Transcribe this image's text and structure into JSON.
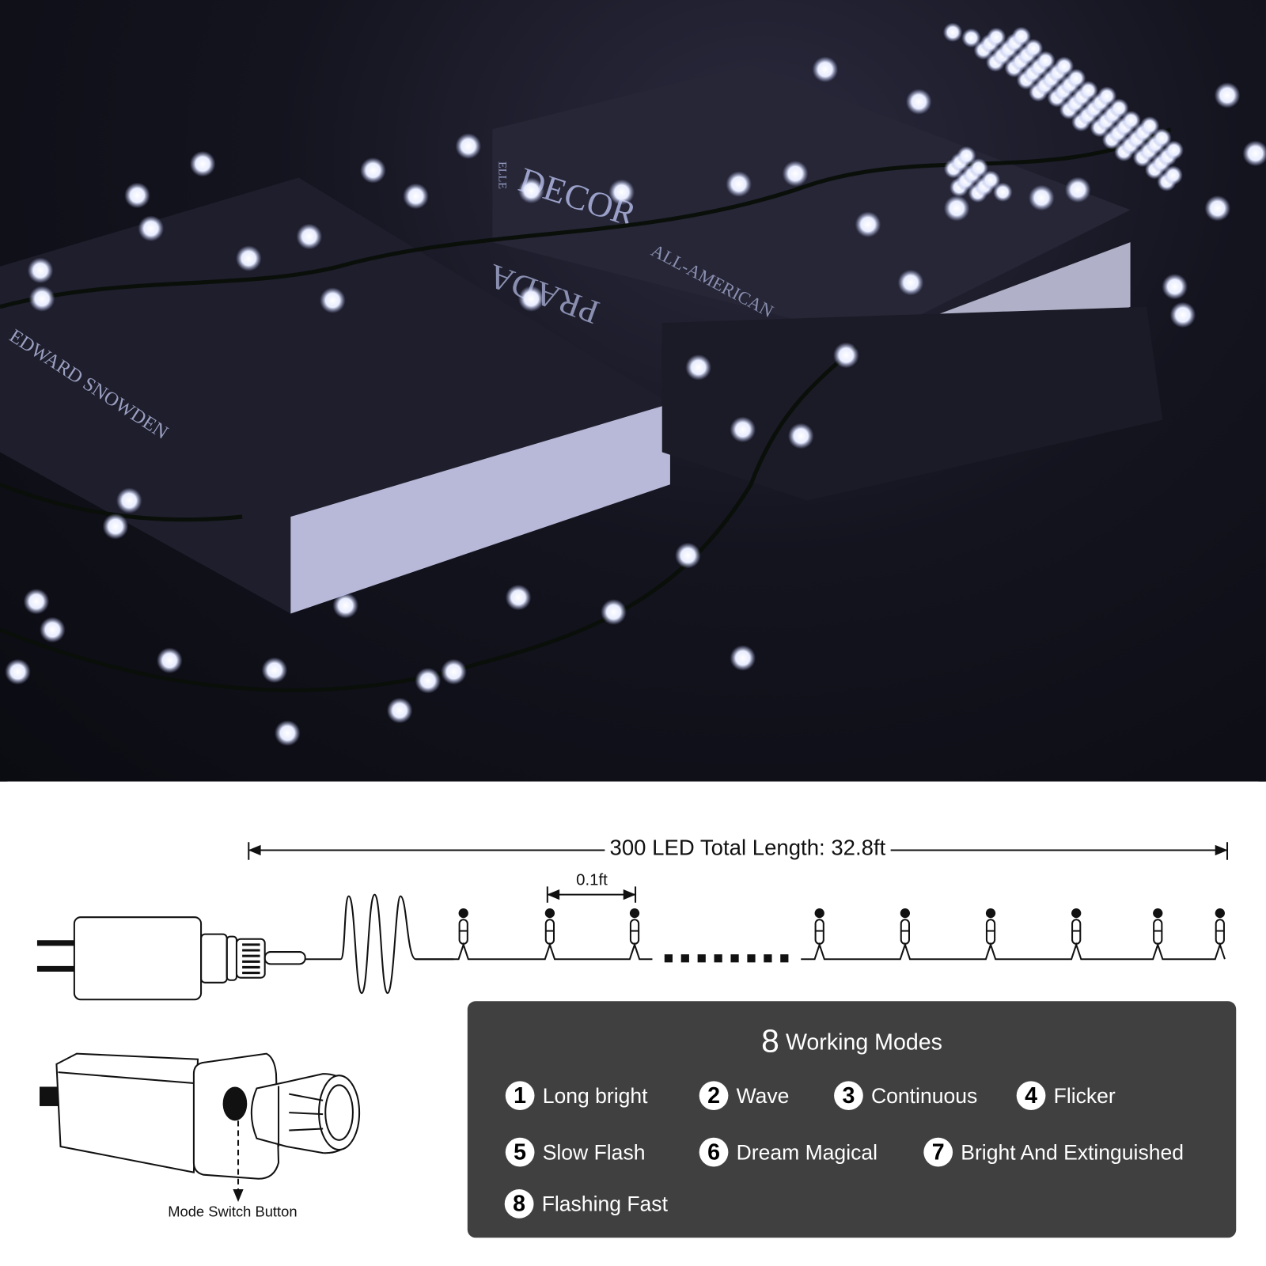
{
  "photo": {
    "book_texts": [
      "DECOR",
      "ALL-AMERICAN",
      "EDWARD SNOWDEN",
      "PRADA",
      "ELLE"
    ],
    "bulb_color": "#f4f6ff",
    "background_color": "#14141f"
  },
  "diagram": {
    "total_length_label": "300 LED Total Length: 32.8ft",
    "spacing_label": "0.1ft",
    "controller_caption": "Mode Switch Button"
  },
  "modes": {
    "title_number": "8",
    "title_text": "Working Modes",
    "items": [
      {
        "num": "1",
        "label": "Long bright"
      },
      {
        "num": "2",
        "label": "Wave"
      },
      {
        "num": "3",
        "label": "Continuous"
      },
      {
        "num": "4",
        "label": "Flicker"
      },
      {
        "num": "5",
        "label": "Slow Flash"
      },
      {
        "num": "6",
        "label": "Dream Magical"
      },
      {
        "num": "7",
        "label": "Bright And Extinguished"
      },
      {
        "num": "8",
        "label": "Flashing Fast"
      }
    ],
    "panel_color": "#404040"
  }
}
